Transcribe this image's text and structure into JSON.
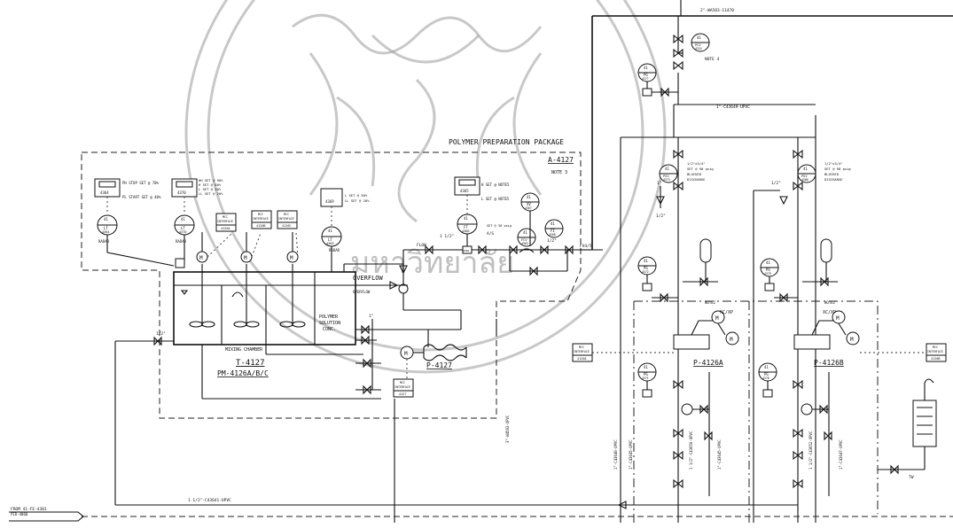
{
  "package": {
    "title": "POLYMER PREPARATION PACKAGE",
    "tag": "A-4127",
    "note": "NOTE 3"
  },
  "tank": {
    "tag": "T-4127",
    "subtag": "PM-4126A/B/C",
    "chamber_label": "MIXING CHAMBER",
    "solution_label_1": "POLYMER",
    "solution_label_2": "SOLUTION",
    "solution_label_3": "CONC.",
    "overflow_label": "OVERFLOW",
    "overflow_label_2": "OVERFLOW"
  },
  "instruments": {
    "lt1": {
      "l1": "41",
      "l2": "LT",
      "l3": "4364",
      "radar": "RADAR",
      "ind": "4364"
    },
    "lt2": {
      "l1": "41",
      "l2": "LT",
      "l3": "4370",
      "radar": "RADAR",
      "ind": "4370"
    },
    "lt3": {
      "l1": "41",
      "l2": "LT",
      "l3": "4369",
      "radar": "RADAR",
      "ind": "4369"
    },
    "ft": {
      "l1": "41",
      "l2": "FT",
      "l3": "4366",
      "ind": "4365"
    },
    "fcv": {
      "l1": "41",
      "l2": "FCV",
      "l3": "4363"
    },
    "xv1": {
      "l1": "41",
      "l2": "XV",
      "l3": "4367"
    },
    "fi": {
      "l1": "41",
      "l2": "FI",
      "l3": "4368"
    },
    "pcv": {
      "l1": "41",
      "l2": "PCV",
      "l3": "4324"
    },
    "pg_top": {
      "l1": "41",
      "l2": "PG",
      "l3": "4377"
    },
    "psv1": {
      "l1": "41",
      "l2": "PSV",
      "l3": "4373"
    },
    "psv2": {
      "l1": "41",
      "l2": "PSV",
      "l3": "4380"
    },
    "pg_a1": {
      "l1": "41",
      "l2": "PG",
      "l3": "4372"
    },
    "pg_b1": {
      "l1": "41",
      "l2": "PG",
      "l3": "4379"
    },
    "pg_a2": {
      "l1": "41",
      "l2": "PG",
      "l3": "4371"
    },
    "pg_b2": {
      "l1": "41",
      "l2": "PG",
      "l3": "4378"
    }
  },
  "alarms": {
    "lt1_h": "PH STOP SET @ 70%",
    "lt1_l": "PL START SET @ 40%",
    "lt2_1": "HH SET @ 90%",
    "lt2_2": "H SET @ 80%",
    "lt2_3": "L SET @ 30%",
    "lt2_4": "LL SET @ 20%",
    "lt3_1": "L SET @ 30%",
    "lt3_2": "LL SET @ 20%",
    "ft_1": "H SET @ NOTE5",
    "ft_2": "L SET @ NOTE5",
    "fcv_set": "SET @ 50 psig"
  },
  "interfaces": {
    "i1": {
      "l1": "MCC",
      "l2": "INTERFACE",
      "l3": "4126A"
    },
    "i2": {
      "l1": "MCC",
      "l2": "INTERFACE",
      "l3": "4126B"
    },
    "i3": {
      "l1": "MCC",
      "l2": "INTERFACE",
      "l3": "4126C"
    },
    "i4": {
      "l1": "MCC",
      "l2": "INTERFACE",
      "l3": "4127"
    },
    "i5": {
      "l1": "MCC",
      "l2": "INTERFACE",
      "l3": "4126A"
    },
    "i6": {
      "l1": "MCC",
      "l2": "INTERFACE",
      "l3": "4126B"
    }
  },
  "pumps": {
    "p4127": "P-4127",
    "p4126a": "P-4126A",
    "p4126b": "P-4126B",
    "xc_a": "XC/XP",
    "xc_b": "XC/XP",
    "note_a": "NOTE2",
    "note_b": "NOTE2"
  },
  "psv_sets": {
    "a1": "1/2\"x3/4\"",
    "a2": "SET @ 90 psig",
    "a3": "BLOCKED",
    "a4": "DISCHARGE",
    "b1": "1/2\"x3/4\"",
    "b2": "SET @ 90 psig",
    "b3": "BLOCKED",
    "b4": "DISCHARGE"
  },
  "lines": {
    "top": "2\"-WA583-11470",
    "recirc": "1\"-C43649-UPVC",
    "bottom": "1 1/2\"-C43641-UPVC",
    "vert1": "3\"-W4583-UPVC",
    "from1": "FROM 41-FE-4301",
    "from2": "PID-4060",
    "flow": "FLOW",
    "at": "A/S",
    "fvl": "FV4/5",
    "note4": "NOTE 4",
    "v1": "1\"-C43648-UPVC",
    "v2": "1\"-C43645-UPVC",
    "v3": "1 1/2\"-C43650-UPVC",
    "v4": "1\"-C43645-UPVC",
    "v5": "1 1/2\"-C43652-UPVC",
    "v6": "1\"-C43647-UPVC",
    "tw": "TW"
  },
  "sizes": {
    "s1": "1 1/2\"",
    "s2": "1/2\"",
    "s3": "1\"",
    "s4": "1/2\"",
    "s5": "1\"",
    "s6": "1/2\"",
    "s7": "1/2\"",
    "s8": "1\"",
    "s9": "1\""
  },
  "watermark": {
    "center_text": "มหาวิทยาลัย"
  }
}
